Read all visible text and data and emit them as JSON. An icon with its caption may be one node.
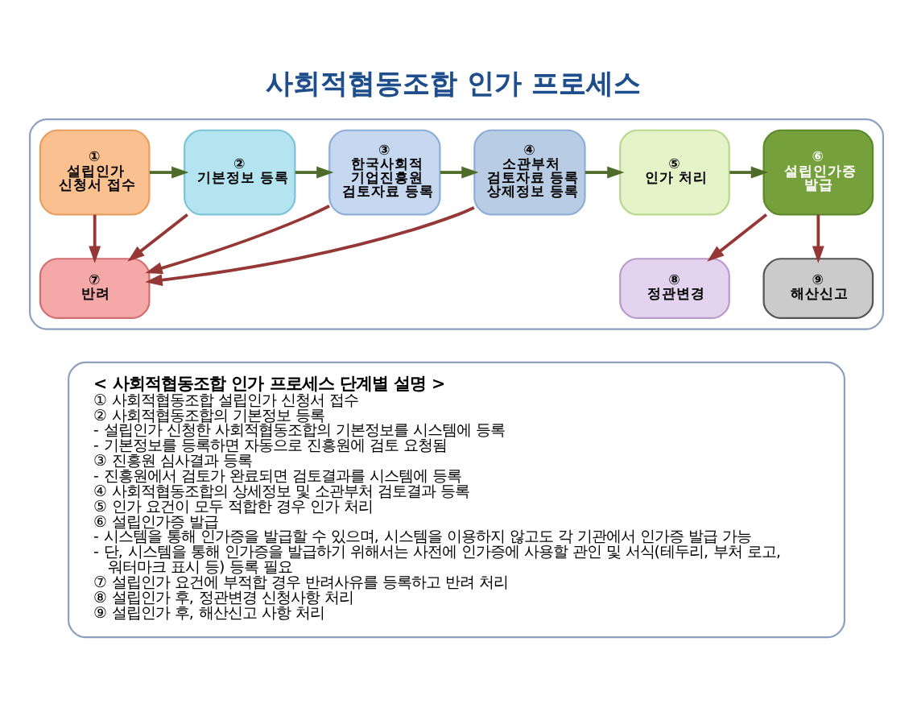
{
  "diagram": {
    "title": "사회적협동조합 인가 프로세스",
    "nodes": [
      {
        "text": [],
        "shape": "box"
      },
      {
        "text": [
          "①",
          "설립인가 신청서 접수"
        ],
        "in": 0
      },
      {
        "text": [
          "②",
          "기본정보 등록"
        ],
        "in": 0
      },
      {
        "text": [
          "③",
          "한국사회적 기업진흥원 검토자료 등록"
        ],
        "in": 0
      },
      {
        "text": [
          "④",
          "소관부처 검토자료 등록 상제정보 등록"
        ],
        "in": 0
      },
      {
        "text": [
          "⑤",
          "인가 처리"
        ],
        "in": 0
      },
      {
        "text": [
          "⑥",
          "설립인가증 발급"
        ],
        "in": 0
      },
      {
        "text": [
          "⑦",
          "반려"
        ],
        "in": 0
      },
      {
        "text": [
          "⑧",
          "정관변경"
        ],
        "in": 0
      },
      {
        "text": [
          "⑨",
          "해산신고"
        ],
        "in": 0
      },
      {
        "text": [
          "< 사회적협동조합 인가 프로세스 단계별 설명 >",
          "① 사회적협동조합 설립인가 신청서 접수",
          "② 사회적협동조합의 기본정보 등록",
          "- 설립인가 신청한 사회적협동조합의 기본정보를 시스템에 등록",
          "- 기본정보를 등록하면 자동으로 진흥원에 검토 요청됨",
          "③ 진흥원 심사결과 등록",
          "- 진흥원에서 검토가 완료되면 검토결과를 시스템에 등록",
          "④ 사회적협동조합의 상세정보 및 소관부처 검토결과 등록",
          "⑤ 인가 요건이 모두 적합한 경우 인가 처리",
          "⑥ 설립인가증 발급",
          "- 시스템을 통해 인가증을 발급할 수 있으며, 시스템을 이용하지 않고도 각 기관에서 인가증 발급 가능",
          "- 단, 시스템을 통해 인가증을 발급하기 위해서는 사전에 인가증에 사용할 관인 및 서식(테두리, 부처 로고, 워터마크 표시 등) 등록 필요",
          "⑦ 설립인가 요건에 부적합 경우 반려사유를 등록하고 반려 처리",
          "⑧ 설립인가 후, 정관변경 신청사항 처리",
          "⑨ 설립인가 후, 해산신고 사항 처리"
        ]
      }
    ],
    "edges": [
      {
        "from": 1,
        "to": 2,
        "arrow": "to",
        "color": "#4f6b2a"
      },
      {
        "from": 2,
        "to": 3,
        "arrow": "to",
        "color": "#4f6b2a"
      },
      {
        "from": 3,
        "to": 4,
        "arrow": "to",
        "color": "#4f6b2a"
      },
      {
        "from": 4,
        "to": 5,
        "arrow": "to",
        "color": "#4f6b2a"
      },
      {
        "from": 5,
        "to": 6,
        "arrow": "to",
        "color": "#4f6b2a"
      },
      {
        "from": 1,
        "to": 7,
        "arrow": "to"
      },
      {
        "from": 2,
        "to": 7,
        "arrow": "to"
      },
      {
        "from": 3,
        "to": 7,
        "arrow": "to"
      },
      {
        "from": 4,
        "to": 7,
        "arrow": "to"
      },
      {
        "from": 6,
        "to": 8,
        "arrow": "to"
      },
      {
        "from": 6,
        "to": 9,
        "arrow": "to"
      }
    ]
  }
}
